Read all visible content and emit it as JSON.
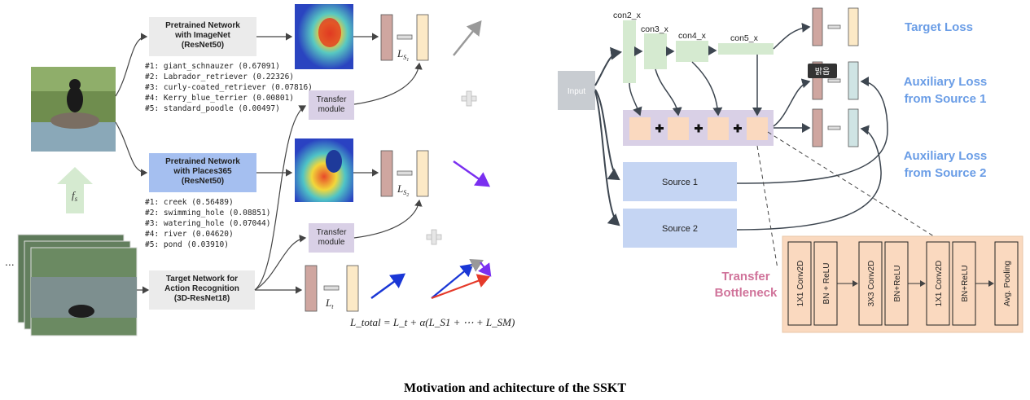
{
  "left": {
    "pretrained_imagenet": "Pretrained Network\nwith ImageNet\n(ResNet50)",
    "pretrained_places": "Pretrained Network\nwith  Places365\n(ResNet50)",
    "target_network": "Target Network for\nAction Recognition\n(3D-ResNet18)",
    "imagenet_preds": [
      "#1: giant_schnauzer (0.67091)",
      "#2: Labrador_retriever (0.22326)",
      "#3: curly-coated_retriever (0.07816)",
      "#4: Kerry_blue_terrier (0.00801)",
      "#5: standard_poodle (0.00497)"
    ],
    "places_preds": [
      "#1: creek (0.56489)",
      "#2: swimming_hole (0.08851)",
      "#3: watering_hole (0.07044)",
      "#4: river (0.04620)",
      "#5: pond (0.03910)"
    ],
    "transfer_module": "Transfer\nmodule",
    "fs_label": "f",
    "fs_sub": "s",
    "ellipsis": "...",
    "ls1": "L",
    "ls1_sub": "S",
    "ls1_subsub": "1",
    "ls2": "L",
    "ls2_sub": "S",
    "ls2_subsub": "2",
    "lt": "L",
    "lt_sub": "t",
    "formula": "L_total = L_t + α(L_S1 + ⋯ + L_SM)"
  },
  "right": {
    "input": "Input",
    "stages": [
      "con2_x",
      "con3_x",
      "con4_x",
      "con5_x"
    ],
    "source1": "Source 1",
    "source2": "Source 2",
    "target_loss": "Target Loss",
    "aux_loss_1": "Auxiliary Loss\nfrom Source 1",
    "aux_loss_2": "Auxiliary Loss\nfrom Source 2",
    "tooltip": "밝음",
    "transfer_bottleneck": "Transfer\nBottleneck",
    "bottleneck_layers": [
      "1X1 Conv2D",
      "BN + ReLU",
      "3X3 Conv2D",
      "BN+ReLU",
      "1X1 Conv2D",
      "BN+ReLU",
      "Avg. Pooling"
    ]
  },
  "caption": "Motivation and achitecture of the SSKT",
  "colors": {
    "gray_box": "#ebebeb",
    "blue_box": "#a5bff0",
    "lavender": "#d9d0e6",
    "pink_bar": "#cfa6a0",
    "cream_bar": "#fce9c6",
    "teal_bar": "#cfe4e4",
    "green_stage": "#d5ead0",
    "source_blue": "#c5d5f3",
    "peach": "#fad9bf",
    "loss_text": "#6a9de6",
    "bottleneck_text": "#d0739a"
  },
  "icons": [
    "arrow-up-icon",
    "plus-icon",
    "image-thumbnail"
  ]
}
